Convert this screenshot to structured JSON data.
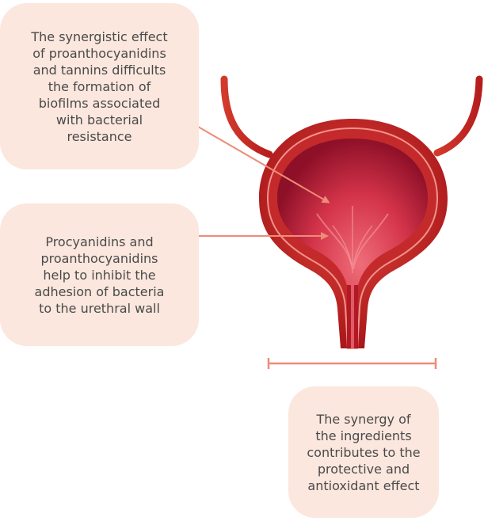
{
  "callouts": {
    "biofilm": "The synergistic effect\nof proanthocyanidins\nand tannins difficults\nthe formation of\nbiofilms associated\nwith bacterial\nresistance",
    "adhesion": "Procyanidins and\nproanthocyanidins\nhelp to inhibit the\nadhesion of bacteria\nto the urethral wall",
    "synergy": "The synergy of\nthe ingredients\ncontributes to the\nprotective and\nantioxidant effect"
  },
  "colors": {
    "bubble_fill": "#fbe7de",
    "arrow": "#ee8c76",
    "bladder_outer": "#c7231f",
    "bladder_inner": "#d5394a",
    "text": "#4a4a4a"
  },
  "icons": {
    "bladder": "bladder-illustration"
  }
}
